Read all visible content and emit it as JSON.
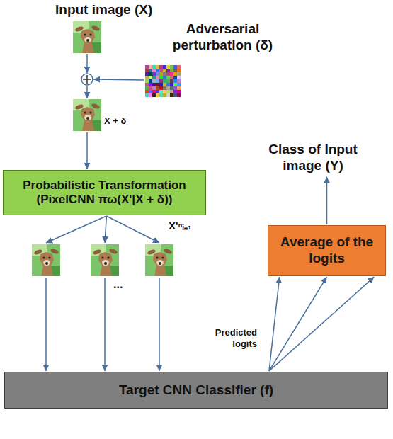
{
  "diagram": {
    "nodes": [
      {
        "text": [
          "Probabilistic Transformation (PixelCNN πω(X'|X + δ))"
        ]
      },
      {
        "text": [
          "Average of the logits"
        ]
      },
      {
        "text": [
          "Target CNN Classifier (f)"
        ]
      }
    ],
    "edges": [
      {
        "from": 2,
        "to": 1,
        "arrow": "to",
        "label": "Predicted logits"
      }
    ],
    "labels": [
      "Input image (X)",
      "Adversarial perturbation (δ)",
      "X + δ",
      "X'ⁿᵢ₌₁",
      "...",
      "Class of Input image (Y)"
    ]
  }
}
